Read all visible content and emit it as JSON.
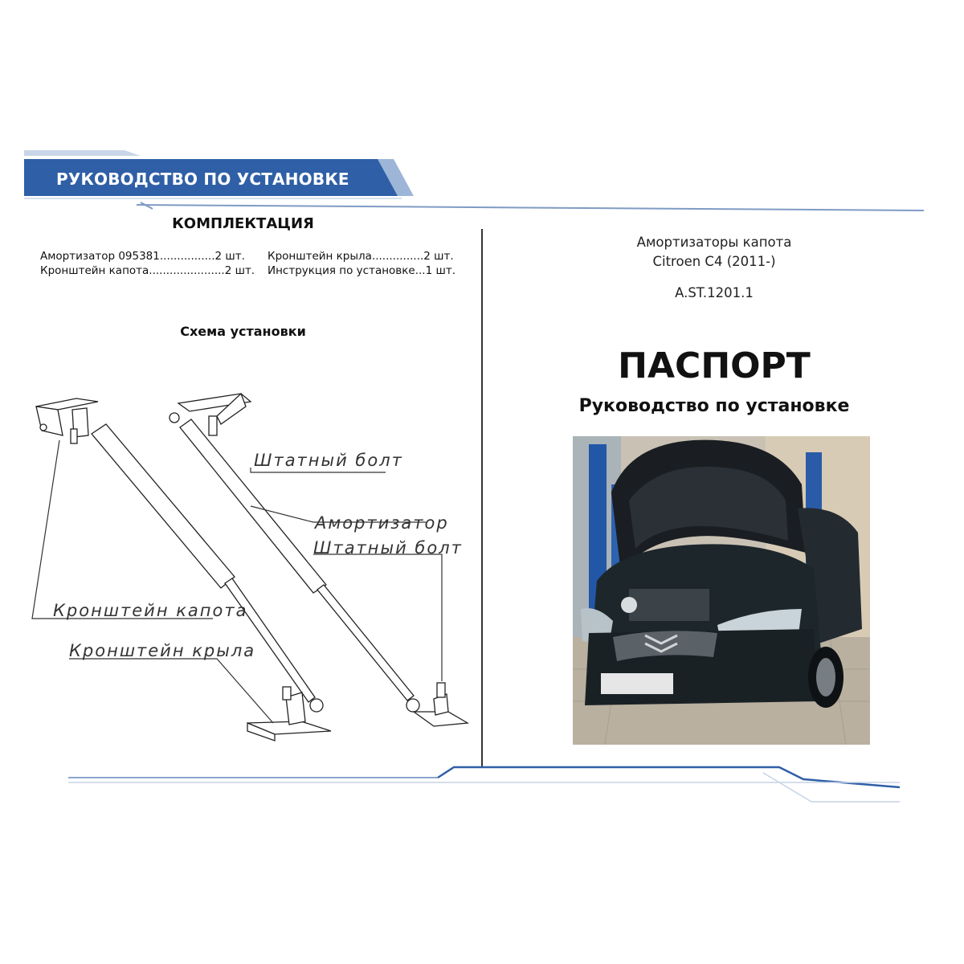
{
  "header": {
    "banner_title": "РУКОВОДСТВО ПО УСТАНОВКЕ"
  },
  "kit": {
    "title": "КОМПЛЕКТАЦИЯ",
    "items": [
      "Амортизатор 095381................2 шт.",
      "Кронштейн капота......................2 шт.",
      "Кронштейн крыла...............2 шт.",
      "Инструкция по установке...1 шт."
    ]
  },
  "schema": {
    "title": "Схема установки",
    "labels": {
      "standard_bolt_top": "Штатный болт",
      "shock_absorber": "Амортизатор",
      "standard_bolt_bottom": "Штатный болт",
      "hood_bracket": "Кронштейн капота",
      "fender_bracket": "Кронштейн крыла"
    }
  },
  "product": {
    "line1": "Амортизаторы капота",
    "line2": "Citroen C4 (2011-)",
    "code": "A.ST.1201.1",
    "passport": "ПАСПОРТ",
    "subtitle": "Руководство по установке"
  },
  "colors": {
    "banner_blue": "#2f5fa6",
    "accent_light_blue": "#a9c0dd",
    "car_dark": "#1d262b"
  }
}
